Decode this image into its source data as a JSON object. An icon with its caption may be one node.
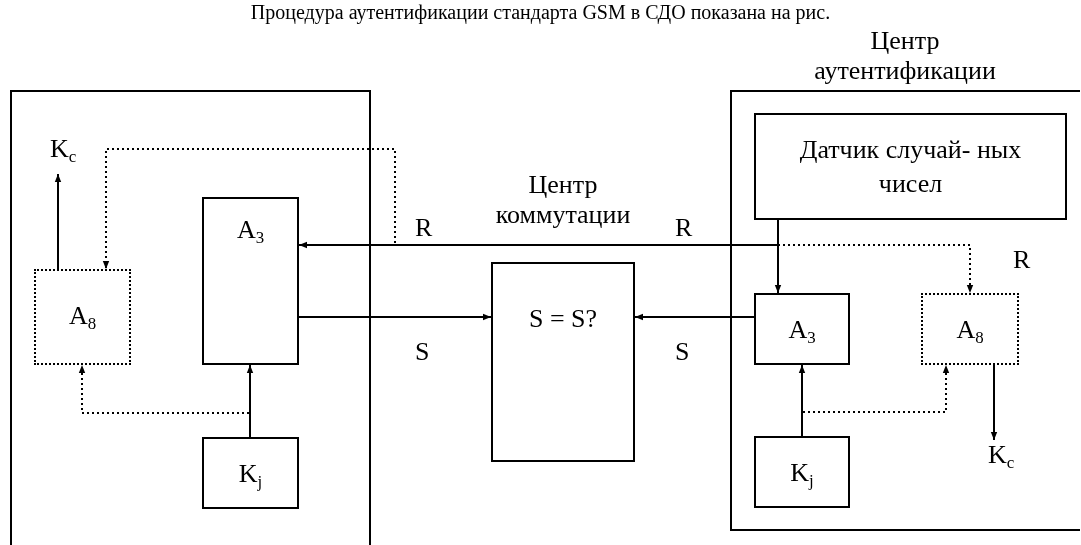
{
  "diagram": {
    "nodes": [
      {
        "text": [],
        "shape": "box"
      },
      {
        "text": [
          "K$_{c}$"
        ],
        "in": 0
      },
      {
        "text": [
          "A$_{3}$"
        ],
        "in": 0
      },
      {
        "text": [
          "A$_{8}$"
        ],
        "in": 0
      },
      {
        "text": [
          "K$_{j}$"
        ],
        "in": 0
      },
      {
        "text": [
          "Центр коммутации",
          "S = S?"
        ]
      },
      {
        "text": [
          "Центр аутентификации"
        ]
      },
      {
        "text": [
          "Датчик случай- ных чисел"
        ],
        "in": 6
      },
      {
        "text": [
          "A$_{3}$"
        ],
        "in": 6
      },
      {
        "text": [
          "A$_{8}$"
        ],
        "in": 6
      },
      {
        "text": [
          "K$_{j}$"
        ],
        "in": 6
      },
      {
        "text": [
          "K$_{c}$"
        ],
        "in": 6
      }
    ],
    "edges": [
      {
        "from": 7,
        "to": 2,
        "arrow": "to",
        "label": "R"
      },
      {
        "from": 7,
        "to": 3,
        "arrow": "to",
        "label": "R",
        "style": "dashed"
      },
      {
        "from": 7,
        "to": 8,
        "arrow": "to"
      },
      {
        "from": 7,
        "to": 9,
        "arrow": "to",
        "label": "R",
        "style": "dashed"
      },
      {
        "from": 2,
        "to": 5,
        "arrow": "to",
        "label": "S"
      },
      {
        "from": 8,
        "to": 5,
        "arrow": "to",
        "label": "S"
      },
      {
        "from": 4,
        "to": 2,
        "arrow": "to"
      },
      {
        "from": 4,
        "to": 3,
        "arrow": "to",
        "style": "dashed"
      },
      {
        "from": 10,
        "to": 8,
        "arrow": "to"
      },
      {
        "from": 10,
        "to": 9,
        "arrow": "to",
        "style": "dashed"
      },
      {
        "from": 9,
        "to": 11,
        "arrow": "to"
      },
      {
        "from": 3,
        "to": 1,
        "arrow": "to"
      }
    ],
    "labels": [
      "Процедура аутентификации стандарта GSM в СДО показана на рис."
    ]
  }
}
